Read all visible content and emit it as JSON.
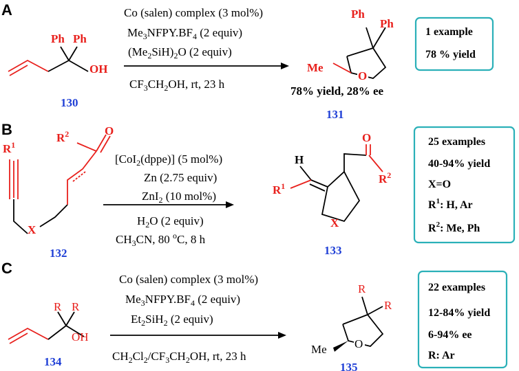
{
  "sections": [
    {
      "label": "A",
      "reactant_number": "130",
      "product_number": "131",
      "conditions": [
        "Co (salen) complex (3 mol%)",
        "Me3NFPY.BF4 (2 equiv)",
        "(Me2SiH)2O (2 equiv)",
        "CF3CH2OH, rt, 23 h"
      ],
      "result": "78% yield, 28% ee",
      "box": [
        "1 example",
        "78 % yield"
      ]
    },
    {
      "label": "B",
      "reactant_number": "132",
      "product_number": "133",
      "conditions": [
        "[CoI2(dppe)] (5 mol%)",
        "Zn (2.75 equiv)",
        "ZnI2 (10 mol%)",
        "H2O (2 equiv)",
        "CH3CN, 80 oC, 8 h"
      ],
      "box": [
        "25 examples",
        "40-94% yield",
        "X=O",
        "R1: H, Ar",
        "R2: Me, Ph"
      ]
    },
    {
      "label": "C",
      "reactant_number": "134",
      "product_number": "135",
      "conditions": [
        "Co (salen) complex (3 mol%)",
        "Me3NFPY.BF4 (2 equiv)",
        "Et2SiH2 (2 equiv)",
        "CH2Cl2/CF3CH2OH, rt, 23 h"
      ],
      "box": [
        "22 examples",
        "12-84% yield",
        "6-94% ee",
        "R: Ar"
      ]
    }
  ],
  "atoms": {
    "ph": "Ph",
    "oh": "OH",
    "me": "Me",
    "o": "O",
    "h": "H",
    "x": "X",
    "r": "R",
    "r1": "R",
    "r1_sup": "1",
    "r2": "R",
    "r2_sup": "2"
  }
}
